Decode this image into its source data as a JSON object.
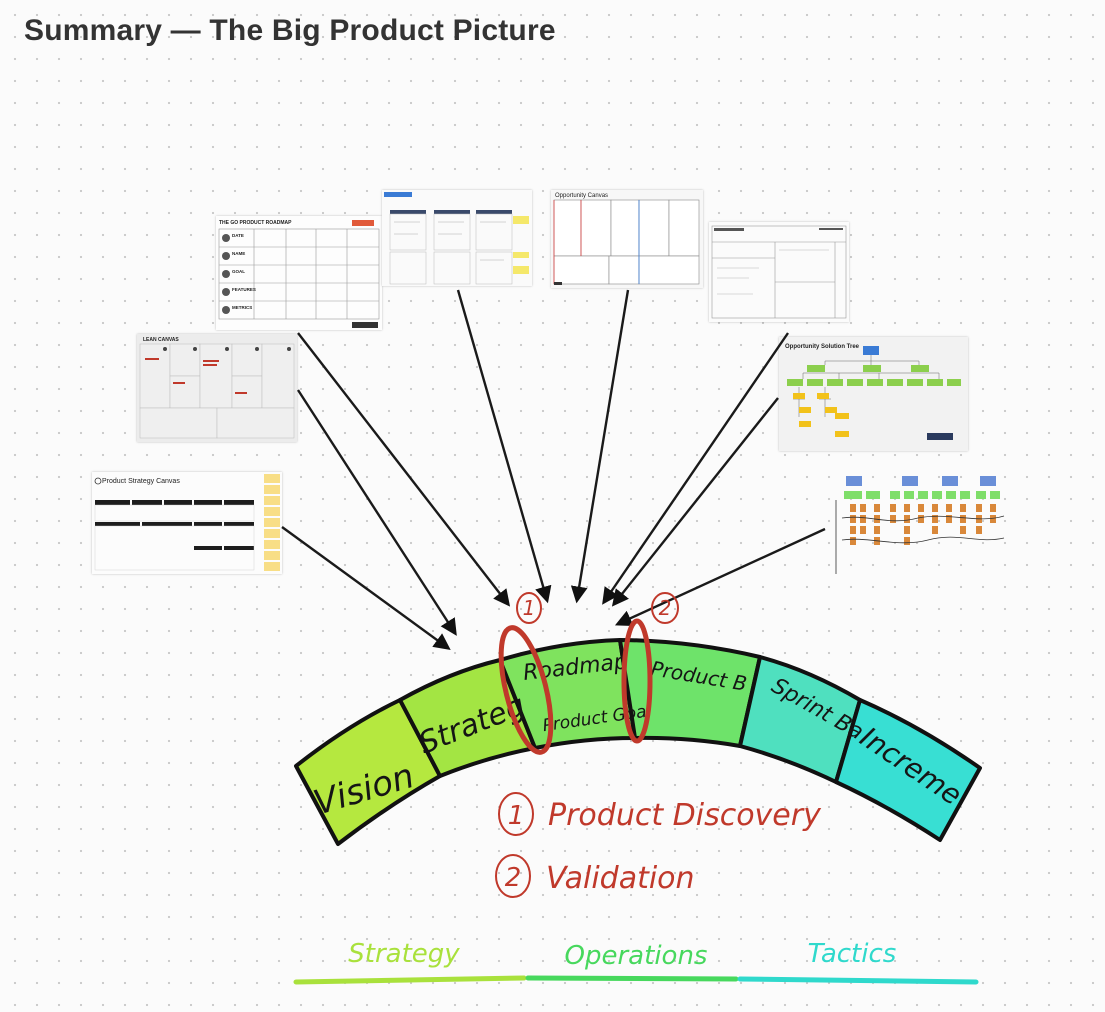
{
  "page": {
    "title": "Summary — The Big Product Picture"
  },
  "thumbnails": {
    "product_roadmap": {
      "title": "THE GO PRODUCT ROADMAP",
      "rows": [
        "DATE",
        "NAME",
        "GOAL",
        "FEATURES",
        "METRICS"
      ]
    },
    "lean_canvas": {
      "title": "LEAN CANVAS"
    },
    "product_strategy_canvas": {
      "title": "Product Strategy Canvas"
    },
    "opportunity_canvas": {
      "title": "Opportunity Canvas"
    },
    "opportunity_solution_tree": {
      "title": "Opportunity Solution Tree"
    }
  },
  "arc": {
    "segments": [
      {
        "label": "Vision",
        "color": "#b5e83f"
      },
      {
        "label": "Strategy",
        "color": "#a3e543"
      },
      {
        "label": "Roadmap",
        "sublabel": "Product Goal",
        "color": "#7fe35e"
      },
      {
        "label": "Product Backlog",
        "color": "#6ee36a"
      },
      {
        "label": "Sprint Backlog",
        "color": "#4fe0bf"
      },
      {
        "label": "Increment",
        "color": "#38dfd3"
      }
    ]
  },
  "markers": [
    {
      "number": "1",
      "label": "Product Discovery"
    },
    {
      "number": "2",
      "label": "Validation"
    }
  ],
  "legend": [
    {
      "label": "Strategy",
      "color": "#a9e13c"
    },
    {
      "label": "Operations",
      "color": "#47d85d"
    },
    {
      "label": "Tactics",
      "color": "#2fd9cc"
    }
  ],
  "colors": {
    "marker": "#c0392b",
    "outline": "#111111",
    "title": "#333333"
  }
}
